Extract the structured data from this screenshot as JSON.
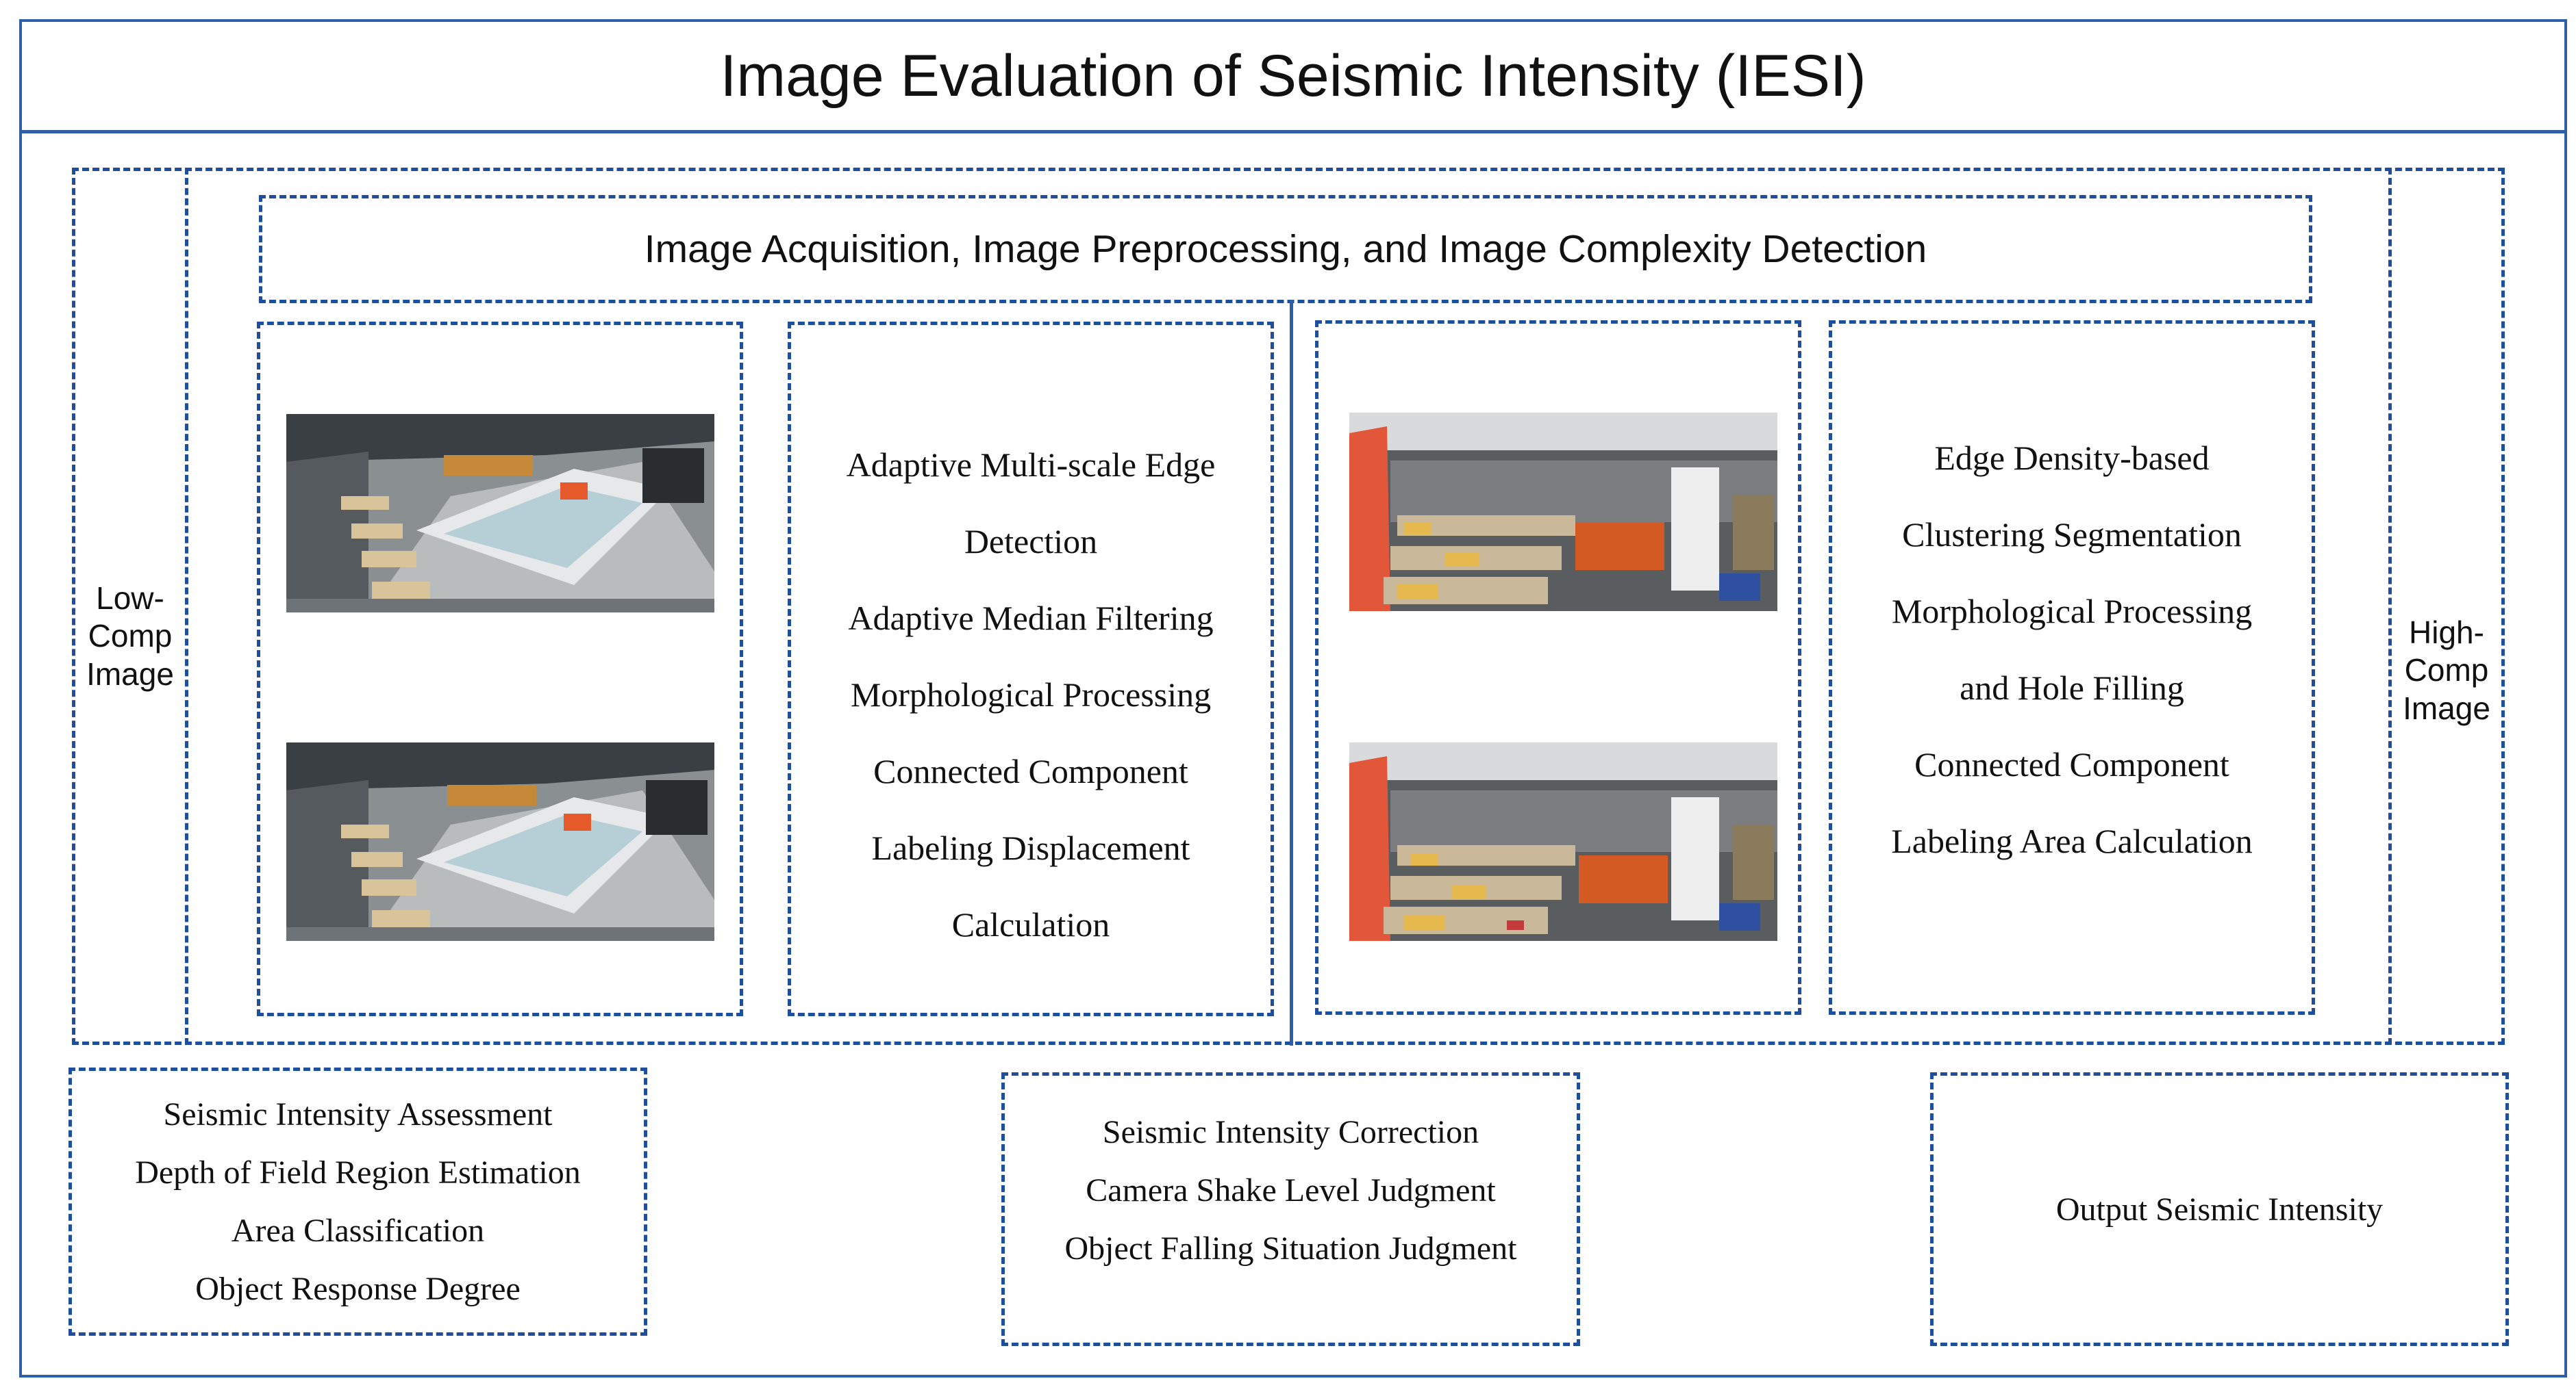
{
  "title": "Image Evaluation of Seismic Intensity (IESI)",
  "acquisition": "Image Acquisition, Image Preprocessing, and Image Complexity Detection",
  "low_comp_label": [
    "Low-",
    "Comp",
    "Image"
  ],
  "high_comp_label": [
    "High-",
    "Comp",
    "Image"
  ],
  "low_steps": [
    "Adaptive Multi-scale Edge",
    "Detection",
    "Adaptive Median Filtering",
    "Morphological Processing",
    "Connected Component",
    "Labeling Displacement",
    "Calculation"
  ],
  "high_steps": [
    "Edge Density-based",
    "Clustering Segmentation",
    "Morphological Processing",
    "and Hole Filling",
    "Connected Component",
    "Labeling Area Calculation"
  ],
  "assessment": [
    "Seismic Intensity Assessment",
    "Depth of Field Region Estimation",
    "Area Classification",
    "Object Response Degree"
  ],
  "correction": [
    "Seismic Intensity Correction",
    "Camera Shake Level Judgment",
    "Object Falling Situation Judgment"
  ],
  "output": "Output Seismic Intensity",
  "colors": {
    "border": "#1f4e9c",
    "title_rule": "#2e5fa8"
  }
}
